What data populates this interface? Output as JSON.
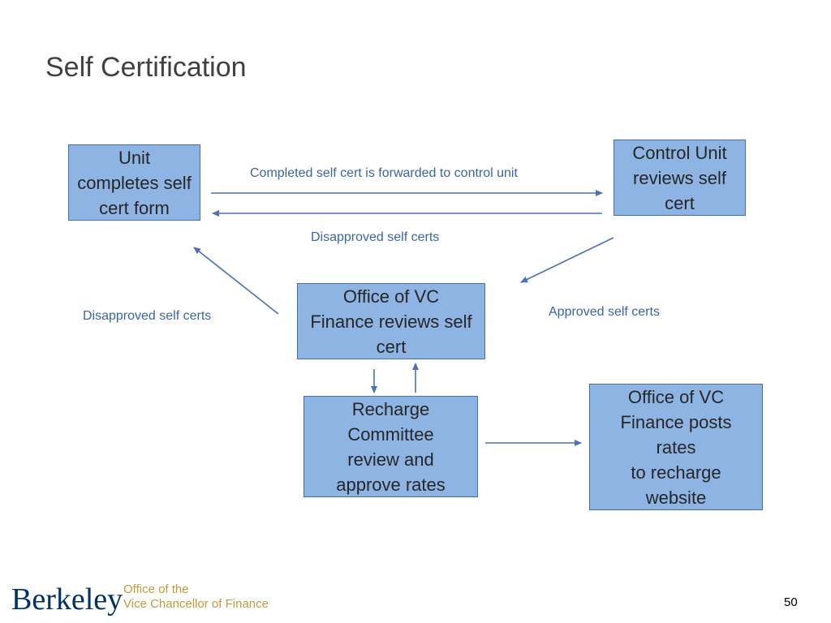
{
  "slide": {
    "title": "Self Certification",
    "page_number": "50"
  },
  "footer": {
    "brand": "Berkeley",
    "org_line1": "Office of the",
    "org_line2": "Vice Chancellor of Finance"
  },
  "nodes": {
    "unit": [
      "Unit",
      "completes self",
      "cert form"
    ],
    "control_unit": [
      "Control Unit",
      "reviews self",
      "cert"
    ],
    "office_review": [
      "Office of VC",
      "Finance reviews self",
      "cert"
    ],
    "recharge_committee": [
      "Recharge",
      "Committee",
      "review and",
      "approve rates"
    ],
    "office_post": [
      "Office of VC",
      "Finance posts",
      "rates",
      "to recharge",
      "website"
    ]
  },
  "edges": {
    "forwarded": "Completed self cert is forwarded to control unit",
    "disapproved_top": "Disapproved self certs",
    "disapproved_left": "Disapproved self certs",
    "approved": "Approved self certs"
  },
  "colors": {
    "box_fill": "#8eb4e3",
    "box_border": "#4a6fa5",
    "arrow": "#4a72b8",
    "label": "#3a64a8",
    "brand": "#003262",
    "org": "#c09a3b"
  }
}
